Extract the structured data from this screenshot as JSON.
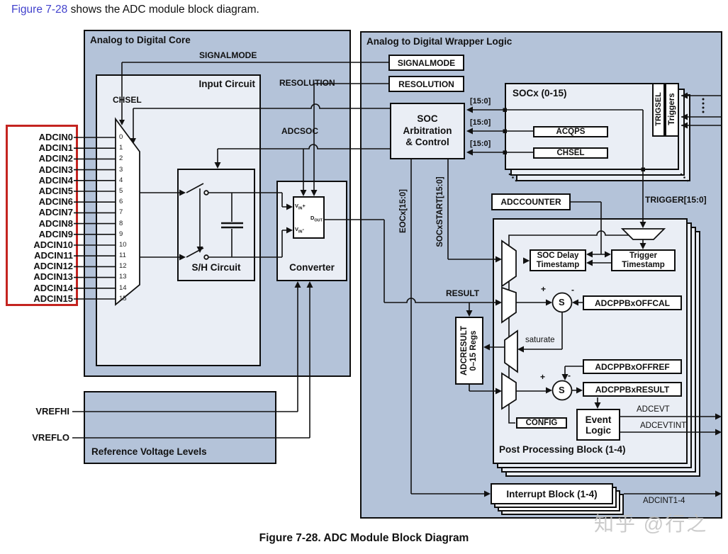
{
  "page": {
    "intro_link": "Figure 7-28",
    "intro_rest": " shows the ADC module block diagram.",
    "caption": "Figure 7-28. ADC Module Block Diagram",
    "watermark": "知乎 @行之"
  },
  "colors": {
    "panel_blue": "#b4c3d9",
    "inner_light": "#eaeef5",
    "line_black": "#111111",
    "highlight_red": "#c42420",
    "link_blue": "#4242cd"
  },
  "core": {
    "title": "Analog to Digital Core",
    "signalmode": "SIGNALMODE",
    "resolution": "RESOLUTION",
    "adcsoc": "ADCSOC",
    "chsel": "CHSEL",
    "input_circuit_title": "Input Circuit",
    "sh_title": "S/H Circuit",
    "converter_title": "Converter",
    "vin_plus_base": "V",
    "vin_plus_sub": "IN",
    "vin_plus_sign": "+",
    "vin_minus_base": "V",
    "vin_minus_sub": "IN",
    "vin_minus_sign": "-",
    "dout_base": "D",
    "dout_sub": "OUT",
    "adcin_labels": [
      "ADCIN0",
      "ADCIN1",
      "ADCIN2",
      "ADCIN3",
      "ADCIN4",
      "ADCIN5",
      "ADCIN6",
      "ADCIN7",
      "ADCIN8",
      "ADCIN9",
      "ADCIN10",
      "ADCIN11",
      "ADCIN12",
      "ADCIN13",
      "ADCIN14",
      "ADCIN15"
    ],
    "mux_pins": [
      "0",
      "1",
      "2",
      "3",
      "4",
      "5",
      "6",
      "7",
      "8",
      "9",
      "10",
      "11",
      "12",
      "13",
      "14",
      "15"
    ]
  },
  "reference": {
    "title": "Reference Voltage Levels",
    "vrefhi": "VREFHI",
    "vreflo": "VREFLO"
  },
  "wrapper": {
    "title": "Analog to Digital Wrapper Logic",
    "signalmode_box": "SIGNALMODE",
    "resolution_box": "RESOLUTION",
    "soc_arb_lines": [
      "SOC",
      "Arbitration",
      "& Control"
    ],
    "bus15": [
      "[15:0]",
      "[15:0]",
      "[15:0]"
    ],
    "socx_title": "SOCx (0-15)",
    "acqps": "ACQPS",
    "chsel": "CHSEL",
    "trigsel": "TRIGSEL",
    "triggers": "Triggers",
    "trigger_bus": "TRIGGER[15:0]",
    "adccounter": "ADCCOUNTER",
    "eocx": "EOCx[15:0]",
    "socxstart": "SOCxSTART[15:0]",
    "result": "RESULT",
    "adcresult_lines": [
      "ADCRESULT",
      "0–15 Regs"
    ],
    "ppb_title": "Post Processing Block (1-4)",
    "soc_delay_lines": [
      "SOC Delay",
      "Timestamp"
    ],
    "trigger_ts_lines": [
      "Trigger",
      "Timestamp"
    ],
    "offcal": "ADCPPBxOFFCAL",
    "offref": "ADCPPBxOFFREF",
    "ppb_result": "ADCPPBxRESULT",
    "config": "CONFIG",
    "event_lines": [
      "Event",
      "Logic"
    ],
    "saturate": "saturate",
    "sub_s": "S",
    "plus": "+",
    "minus": "-",
    "adcevt": "ADCEVT",
    "adcevtint": "ADCEVTINT",
    "interrupt_title": "Interrupt Block (1-4)",
    "adcint": "ADCINT1-4"
  }
}
